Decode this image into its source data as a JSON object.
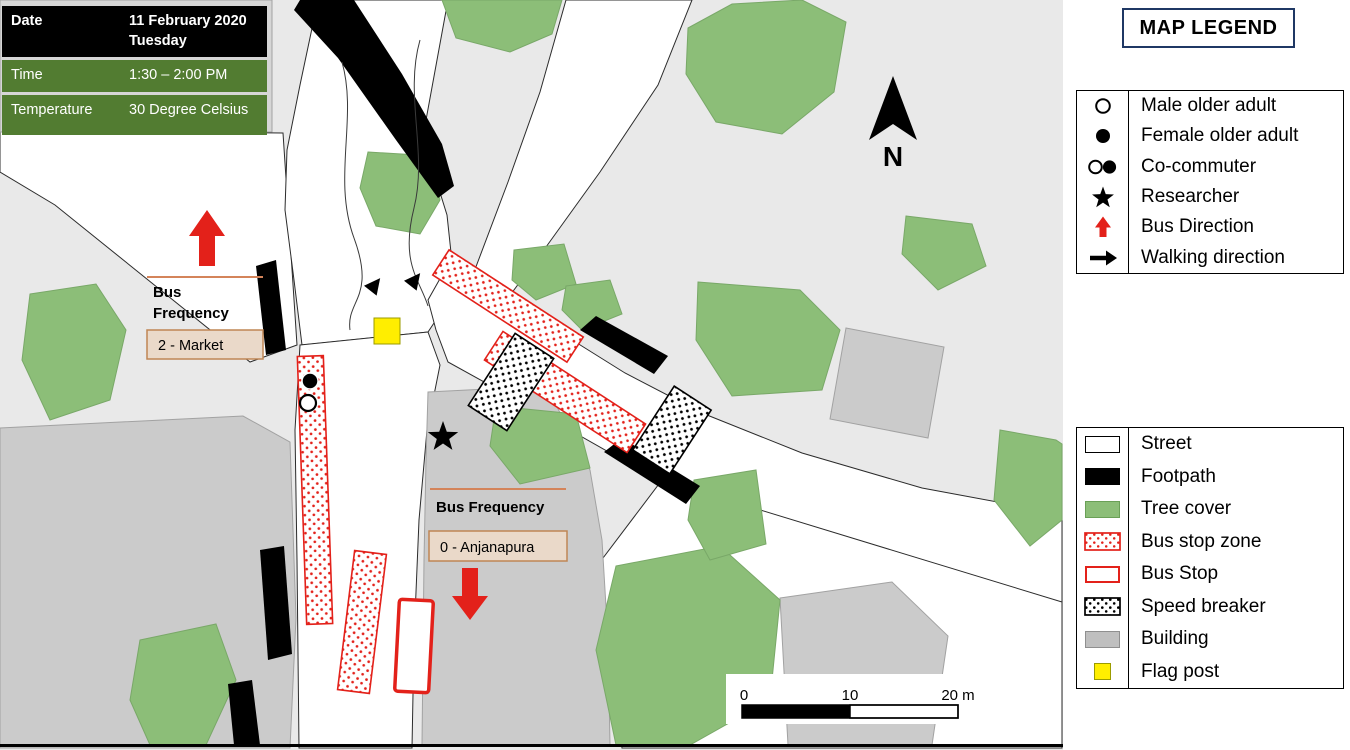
{
  "info_box": {
    "rows": [
      {
        "label": "Date",
        "value": "11 February 2020 Tuesday"
      },
      {
        "label": "Time",
        "value": "1:30 – 2:00 PM"
      },
      {
        "label": "Temperature",
        "value": "30 Degree Celsius"
      }
    ]
  },
  "map": {
    "north_label": "N",
    "bus_freq_market": {
      "title_line1": "Bus",
      "title_line2": "Frequency",
      "value": "2 - Market"
    },
    "bus_freq_anjanapura": {
      "title": "Bus Frequency",
      "value": "0 - Anjanapura"
    },
    "scale_bar": {
      "tick0": "0",
      "tick10": "10",
      "tick20": "20 m"
    }
  },
  "legend": {
    "title": "MAP LEGEND",
    "symbols": [
      {
        "icon": "male-older-adult",
        "label": "Male older adult"
      },
      {
        "icon": "female-older-adult",
        "label": "Female older adult"
      },
      {
        "icon": "co-commuter",
        "label": "Co-commuter"
      },
      {
        "icon": "researcher",
        "label": "Researcher"
      },
      {
        "icon": "bus-direction",
        "label": "Bus Direction"
      },
      {
        "icon": "walking-direction",
        "label": "Walking direction"
      }
    ],
    "areas": [
      {
        "icon": "street",
        "label": "Street"
      },
      {
        "icon": "footpath",
        "label": "Footpath"
      },
      {
        "icon": "tree-cover",
        "label": "Tree cover"
      },
      {
        "icon": "bus-stop-zone",
        "label": "Bus stop zone"
      },
      {
        "icon": "bus-stop",
        "label": "Bus Stop"
      },
      {
        "icon": "speed-breaker",
        "label": "Speed breaker"
      },
      {
        "icon": "building",
        "label": "Building"
      },
      {
        "icon": "flag-post",
        "label": "Flag post"
      }
    ]
  },
  "colors": {
    "tree_green": "#8cbe78",
    "accent_red": "#e3211a",
    "building_gray": "#c9c9c9",
    "info_green": "#527c31",
    "flag_yellow": "#ffee00",
    "legend_border_navy": "#1f3864",
    "label_tan_fill": "#ead9c9",
    "label_tan_border": "#bf8654"
  }
}
